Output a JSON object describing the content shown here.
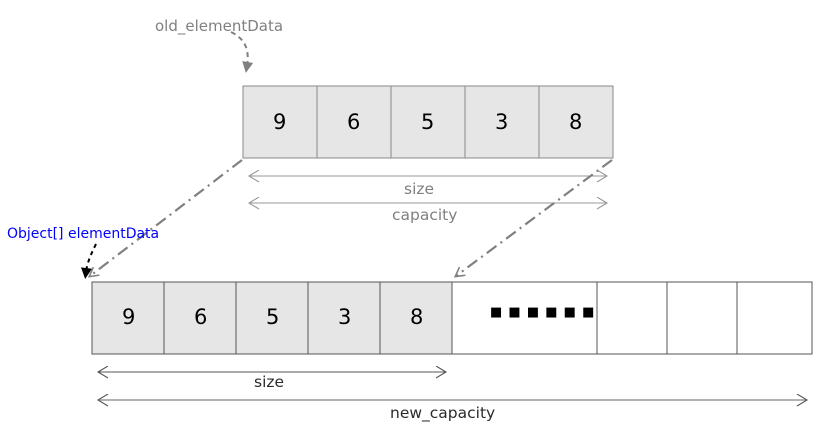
{
  "diagram": {
    "title_labels": {
      "old_element_data": "old_elementData",
      "element_data": "Object[] elementData"
    },
    "colors": {
      "cell_fill": "#e6e6e6",
      "cell_empty_fill": "#ffffff",
      "cell_stroke": "#666666",
      "gray_text": "#808080",
      "blue_text": "#0000ff",
      "dark_text": "#2b2b2b",
      "connector": "#808080",
      "black": "#000000"
    },
    "old_array": {
      "name": "old-array",
      "values": [
        "9",
        "6",
        "5",
        "3",
        "8"
      ],
      "measures": [
        {
          "name": "size",
          "label": "size"
        },
        {
          "name": "capacity",
          "label": "capacity"
        }
      ]
    },
    "new_array": {
      "name": "new-array",
      "filled_values": [
        "9",
        "6",
        "5",
        "3",
        "8"
      ],
      "ellipsis": "■ ■ ■ ■ ■ ■",
      "ellipsis_dot_count": 6,
      "empty_cell_count": 3,
      "measures": [
        {
          "name": "size",
          "label": "size"
        },
        {
          "name": "new_capacity",
          "label": "new_capacity"
        }
      ]
    },
    "icons": {
      "pointer_arrow": "arrow-head-icon",
      "copy_connector": "dash-dot-connector-icon"
    }
  }
}
